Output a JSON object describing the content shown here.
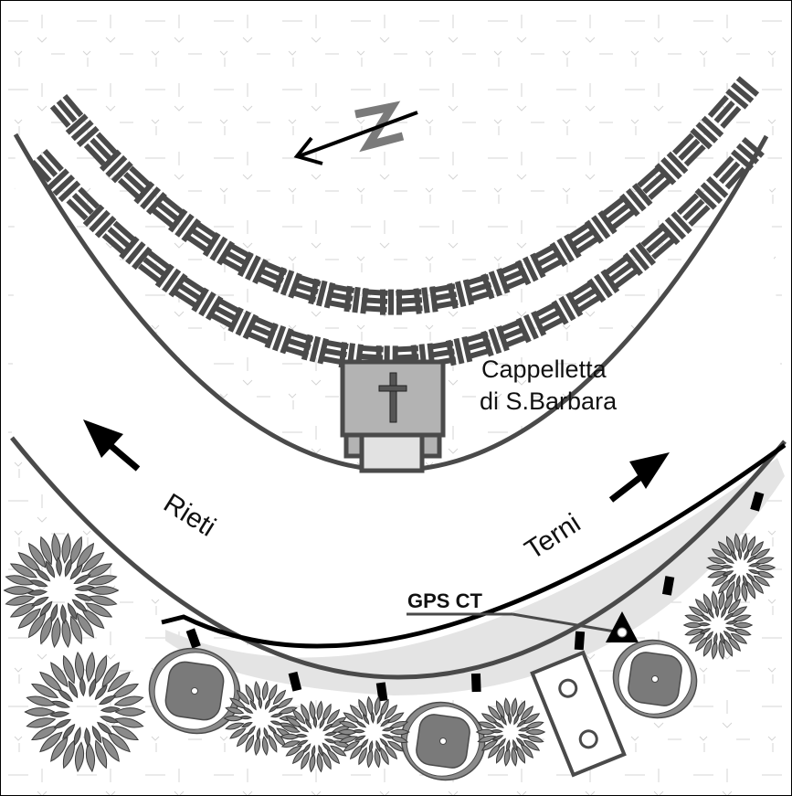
{
  "map": {
    "title_labels": {
      "chapel_line1": "Cappelletta",
      "chapel_line2": "di S.Barbara",
      "road_left": "Rieti",
      "road_right": "Terni",
      "gps_label": "GPS CT"
    },
    "north_indicator": {
      "letter": "N",
      "icon": "north-arrow-icon"
    },
    "colors": {
      "dark_gray": "#4a4a4a",
      "medium_gray": "#7a7a7a",
      "light_gray": "#b0b0b0",
      "chapel_fill": "#b3b3b3",
      "chapel_porch": "#e2e2e2",
      "road_shoulder": "#e4e4e4",
      "black": "#000000",
      "grass": "#d8d8d8"
    },
    "legend_features": [
      "stone-row-outer",
      "stone-row-inner",
      "chapel",
      "road",
      "guardrail",
      "gps-station",
      "tree",
      "shrub",
      "bench"
    ]
  }
}
